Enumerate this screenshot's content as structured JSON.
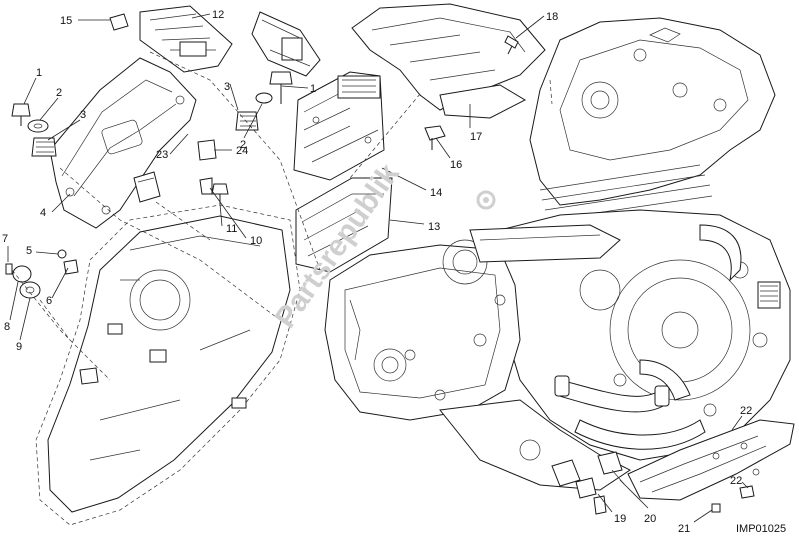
{
  "callouts": [
    "1",
    "2",
    "3",
    "4",
    "5",
    "6",
    "7",
    "8",
    "9",
    "10",
    "11",
    "12",
    "13",
    "14",
    "15",
    "16",
    "17",
    "18",
    "19",
    "20",
    "21",
    "22",
    "23",
    "24"
  ],
  "watermark": "Partsrepublik",
  "drawing_code": "IMP01025"
}
